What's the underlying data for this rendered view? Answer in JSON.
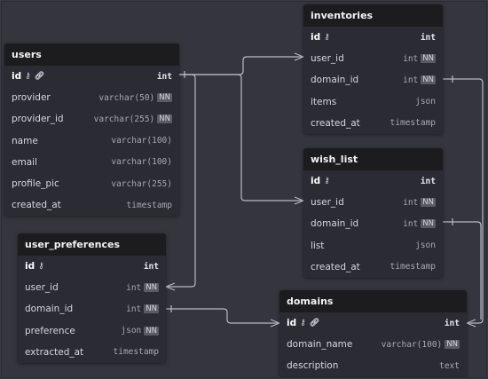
{
  "colors": {
    "background": "#35353d",
    "header": "#1c1c1f",
    "body": "#2b2b33",
    "link": "#b9b9c2"
  },
  "tables": {
    "users": {
      "name": "users",
      "fields": [
        {
          "name": "id",
          "type": "int",
          "nn": "",
          "keys": [
            "key-icon",
            "link-icon"
          ]
        },
        {
          "name": "provider",
          "type": "varchar(50)",
          "nn": "NN",
          "keys": []
        },
        {
          "name": "provider_id",
          "type": "varchar(255)",
          "nn": "NN",
          "keys": []
        },
        {
          "name": "name",
          "type": "varchar(100)",
          "nn": "",
          "keys": []
        },
        {
          "name": "email",
          "type": "varchar(100)",
          "nn": "",
          "keys": []
        },
        {
          "name": "profile_pic",
          "type": "varchar(255)",
          "nn": "",
          "keys": []
        },
        {
          "name": "created_at",
          "type": "timestamp",
          "nn": "",
          "keys": []
        }
      ]
    },
    "inventories": {
      "name": "inventories",
      "fields": [
        {
          "name": "id",
          "type": "int",
          "nn": "",
          "keys": [
            "key-icon"
          ]
        },
        {
          "name": "user_id",
          "type": "int",
          "nn": "NN",
          "keys": []
        },
        {
          "name": "domain_id",
          "type": "int",
          "nn": "NN",
          "keys": []
        },
        {
          "name": "items",
          "type": "json",
          "nn": "",
          "keys": []
        },
        {
          "name": "created_at",
          "type": "timestamp",
          "nn": "",
          "keys": []
        }
      ]
    },
    "wish_list": {
      "name": "wish_list",
      "fields": [
        {
          "name": "id",
          "type": "int",
          "nn": "",
          "keys": [
            "key-icon"
          ]
        },
        {
          "name": "user_id",
          "type": "int",
          "nn": "NN",
          "keys": []
        },
        {
          "name": "domain_id",
          "type": "int",
          "nn": "NN",
          "keys": []
        },
        {
          "name": "list",
          "type": "json",
          "nn": "",
          "keys": []
        },
        {
          "name": "created_at",
          "type": "timestamp",
          "nn": "",
          "keys": []
        }
      ]
    },
    "user_preferences": {
      "name": "user_preferences",
      "fields": [
        {
          "name": "id",
          "type": "int",
          "nn": "",
          "keys": [
            "key-icon"
          ]
        },
        {
          "name": "user_id",
          "type": "int",
          "nn": "NN",
          "keys": []
        },
        {
          "name": "domain_id",
          "type": "int",
          "nn": "NN",
          "keys": []
        },
        {
          "name": "preference",
          "type": "json",
          "nn": "NN",
          "keys": []
        },
        {
          "name": "extracted_at",
          "type": "timestamp",
          "nn": "",
          "keys": []
        }
      ]
    },
    "domains": {
      "name": "domains",
      "fields": [
        {
          "name": "id",
          "type": "int",
          "nn": "",
          "keys": [
            "key-icon",
            "link-icon"
          ]
        },
        {
          "name": "domain_name",
          "type": "varchar(100)",
          "nn": "NN",
          "keys": []
        },
        {
          "name": "description",
          "type": "text",
          "nn": "",
          "keys": []
        }
      ]
    }
  }
}
